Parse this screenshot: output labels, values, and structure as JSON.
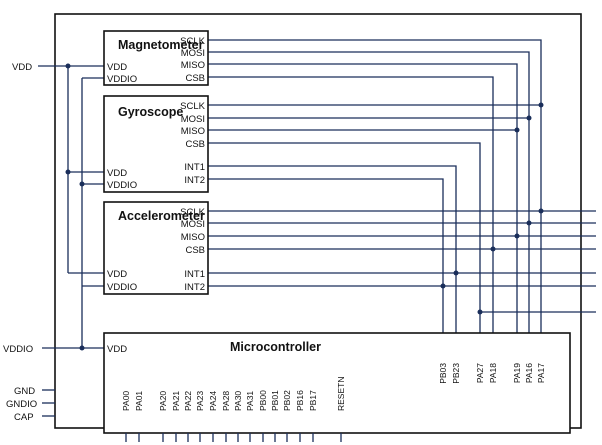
{
  "external_pins": {
    "vdd": "VDD",
    "vddio": "VDDIO",
    "gnd": "GND",
    "gndio": "GNDIO",
    "cap": "CAP"
  },
  "magnetometer": {
    "title": "Magnetometer",
    "left_pins": [
      "VDD",
      "VDDIO"
    ],
    "right_pins": [
      "SCLK",
      "MOSI",
      "MISO",
      "CSB"
    ]
  },
  "gyroscope": {
    "title": "Gyroscope",
    "left_pins": [
      "VDD",
      "VDDIO"
    ],
    "right_pins": [
      "SCLK",
      "MOSI",
      "MISO",
      "CSB",
      "INT1",
      "INT2"
    ]
  },
  "accelerometer": {
    "title": "Accelerometer",
    "left_pins": [
      "VDD",
      "VDDIO"
    ],
    "right_pins": [
      "SCLK",
      "MOSI",
      "MISO",
      "CSB",
      "INT1",
      "INT2"
    ]
  },
  "microcontroller": {
    "title": "Microcontroller",
    "left_pin": "VDD",
    "top_pins": [
      "PB03",
      "PB23",
      "PA27",
      "PA18",
      "PA19",
      "PA16",
      "PA17"
    ],
    "bottom_pins": [
      "PA00",
      "PA01",
      "PA20",
      "PA21",
      "PA22",
      "PA23",
      "PA24",
      "PA28",
      "PA30",
      "PA31",
      "PB00",
      "PB01",
      "PB02",
      "PB16",
      "PB17",
      "RESETN"
    ]
  }
}
